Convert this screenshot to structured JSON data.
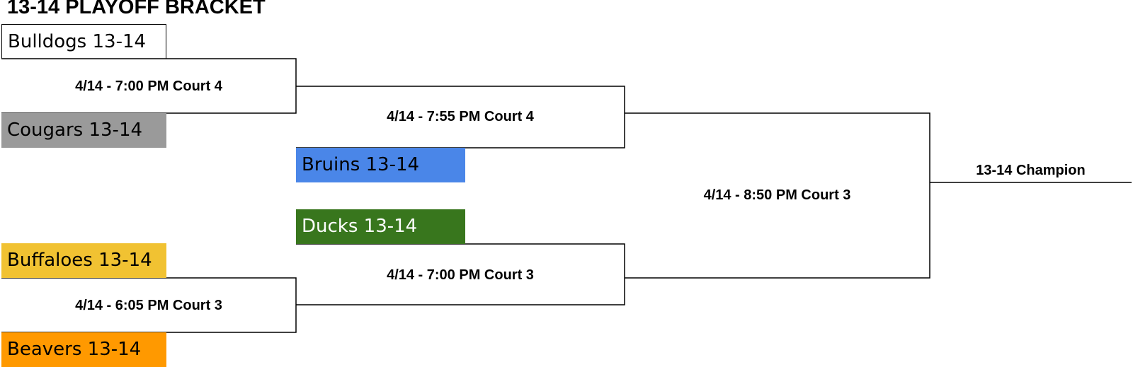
{
  "bracket": {
    "title": "13-14 PLAYOFF BRACKET",
    "teams": [
      {
        "name": "Bulldogs 13-14",
        "color": "#ffffff"
      },
      {
        "name": "Cougars 13-14",
        "color": "#9a9a9a"
      },
      {
        "name": "Bruins 13-14",
        "color": "#4a86e8"
      },
      {
        "name": "Ducks 13-14",
        "color": "#38761d"
      },
      {
        "name": "Buffaloes 13-14",
        "color": "#f1c232"
      },
      {
        "name": "Beavers 13-14",
        "color": "#ff9900"
      }
    ],
    "games": {
      "game1": "4/14 - 7:00 PM Court 4",
      "game2": "4/14 - 6:05 PM Court 3",
      "game3": "4/14 - 7:55 PM Court 4",
      "game4": "4/14 - 7:00 PM Court 3",
      "final": "4/14 - 8:50 PM Court 3"
    },
    "champion": "13-14 Champion"
  }
}
